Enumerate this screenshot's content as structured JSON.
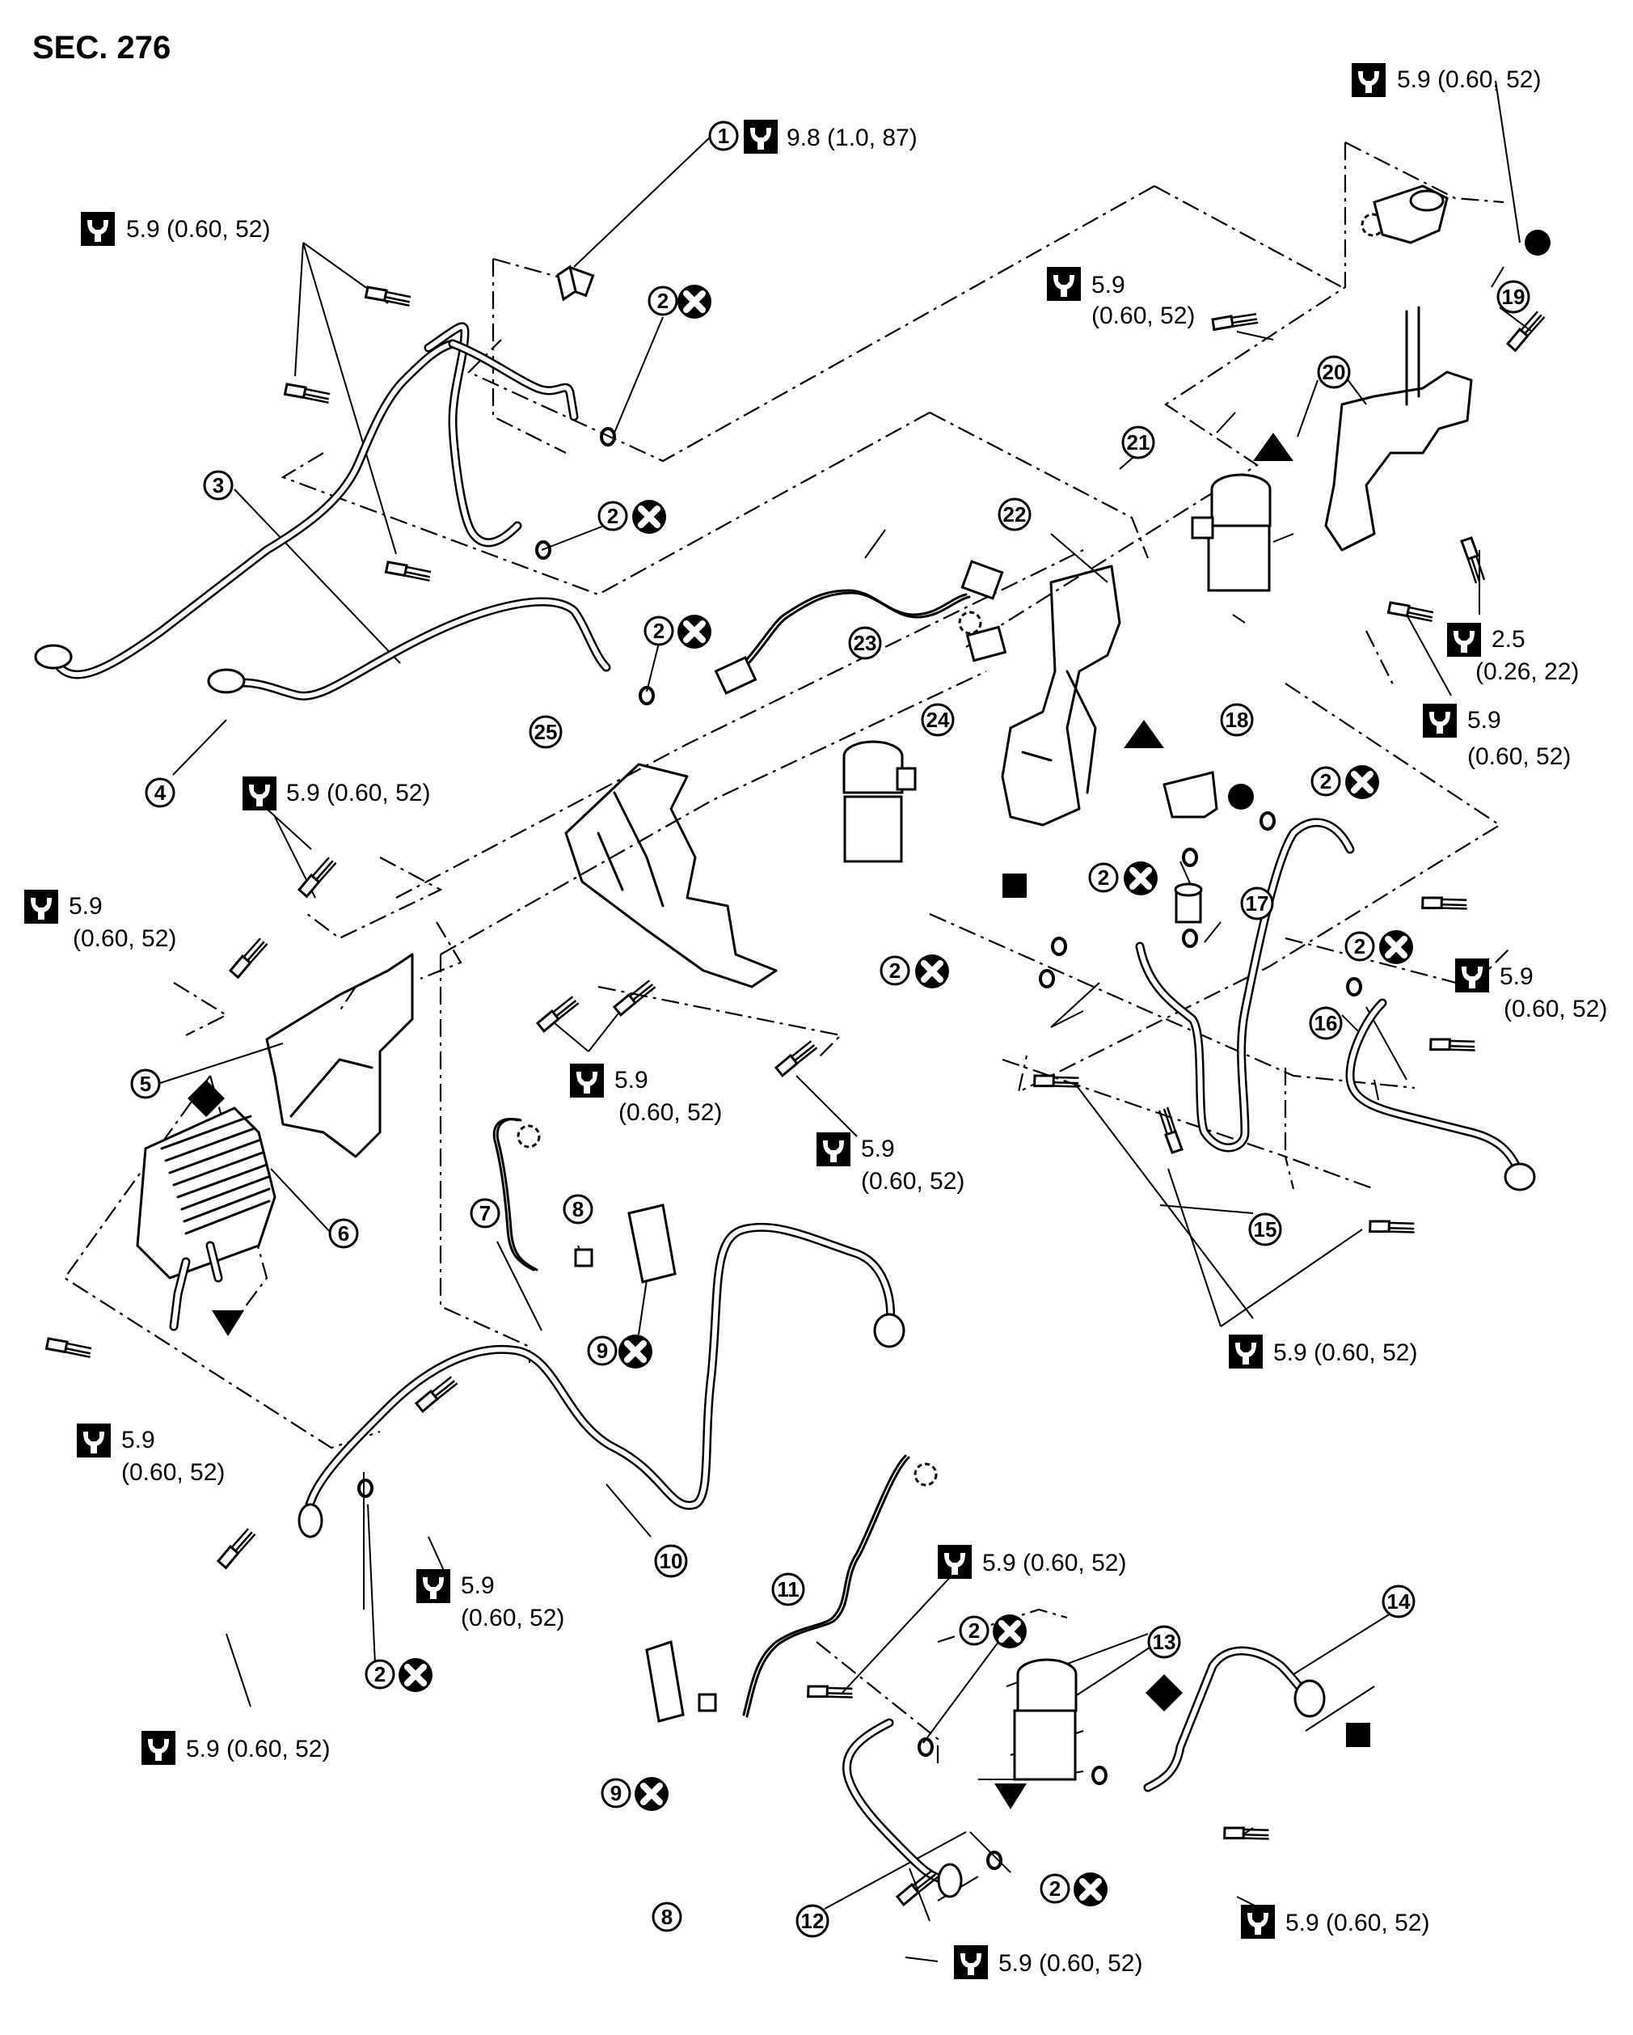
{
  "title": "SEC. 276",
  "torque": {
    "t1": "9.8 (1.0, 87)",
    "t59": "5.9 (0.60, 52)",
    "t59_a": "5.9",
    "t59_b": "(0.60, 52)",
    "t25_a": "2.5",
    "t25_b": "(0.26, 22)"
  },
  "parts": {
    "p1": "1",
    "p2": "2",
    "p3": "3",
    "p4": "4",
    "p5": "5",
    "p6": "6",
    "p7": "7",
    "p8": "8",
    "p9": "9",
    "p10": "10",
    "p11": "11",
    "p12": "12",
    "p13": "13",
    "p14": "14",
    "p15": "15",
    "p16": "16",
    "p17": "17",
    "p18": "18",
    "p19": "19",
    "p20": "20",
    "p21": "21",
    "p22": "22",
    "p23": "23",
    "p24": "24",
    "p25": "25"
  },
  "icons": {
    "torque": "torque-wrench-icon",
    "replace": "do-not-reuse-x-icon",
    "marks": [
      "filled-circle-mark",
      "filled-triangle-mark",
      "filled-square-mark",
      "filled-diamond-mark",
      "inverted-triangle-mark"
    ]
  },
  "colors": {
    "ink": "#000000",
    "paper": "#ffffff"
  }
}
